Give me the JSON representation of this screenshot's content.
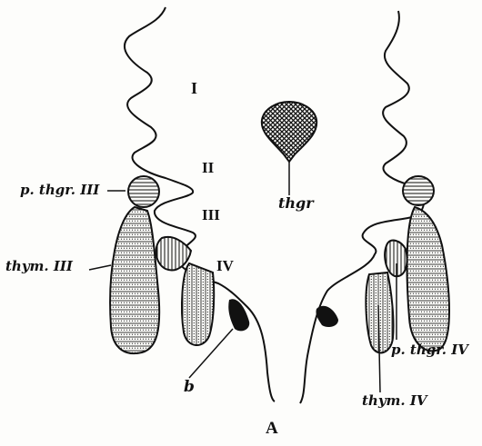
{
  "figure": {
    "panel_label": "A",
    "arch_numerals": [
      "I",
      "II",
      "III",
      "IV"
    ],
    "labels": {
      "p_thgr_III": "p. thgr. III",
      "thym_III": "thym. III",
      "thgr": "thgr",
      "b": "b",
      "p_thgr_IV": "p. thgr. IV",
      "thym_IV": "thym. IV"
    }
  }
}
